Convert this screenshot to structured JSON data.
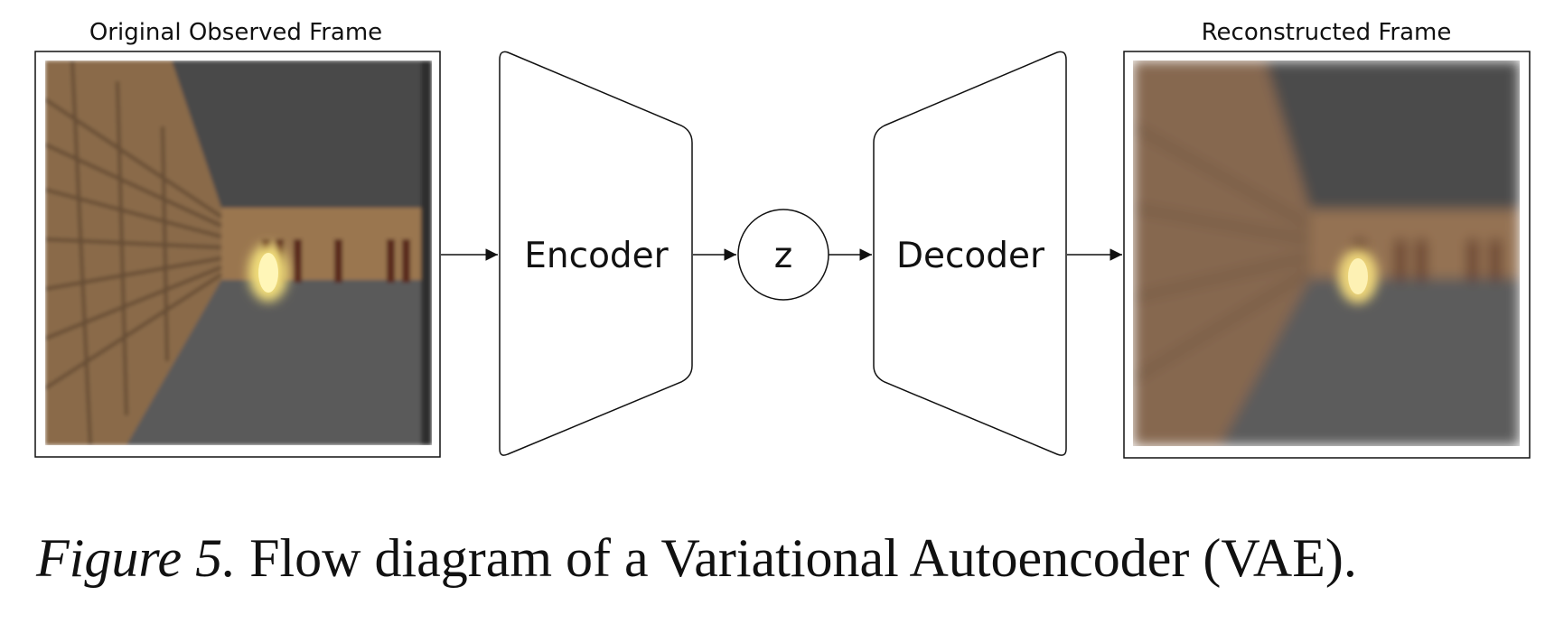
{
  "diagram": {
    "input_frame_label": "Original Observed Frame",
    "output_frame_label": "Reconstructed Frame",
    "encoder_label": "Encoder",
    "latent_label": "z",
    "decoder_label": "Decoder"
  },
  "caption": {
    "prefix": "Figure 5.",
    "text": " Flow diagram of a Variational Autoencoder (VAE)."
  },
  "colors": {
    "line": "#111111",
    "wall": "#8a6a4a",
    "ceiling": "#4a4a4a",
    "floor": "#5a5a5a",
    "corridor": "#9a7650",
    "light": "#f2de7a"
  }
}
